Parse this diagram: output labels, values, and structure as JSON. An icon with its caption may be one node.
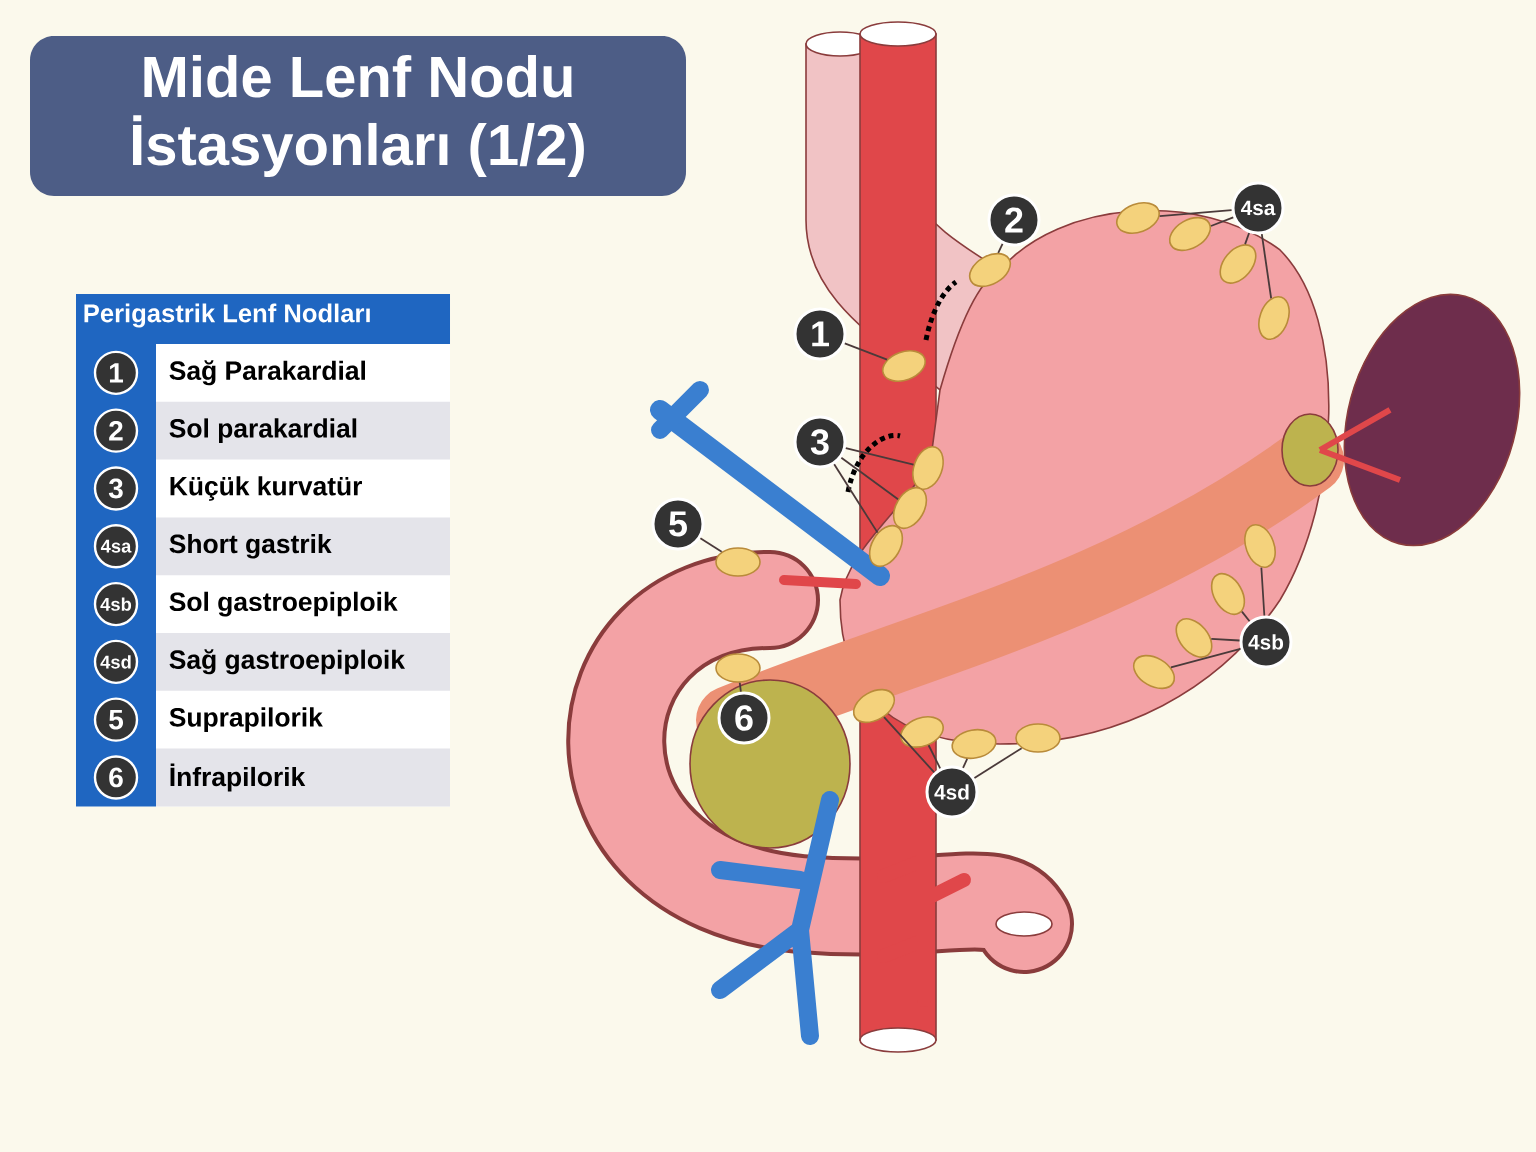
{
  "diagram": {
    "nodes": [
      {
        "text": [
          "Mide Lenf Nodu İstasyonları (1/2)"
        ]
      },
      {
        "text": [
          "Perigastrik Lenf Nodları"
        ]
      },
      {
        "text": [
          "1"
        ],
        "in": 1,
        "beside": [
          "Sağ Parakardial"
        ]
      },
      {
        "text": [
          "2"
        ],
        "in": 1,
        "beside": [
          "Sol parakardial"
        ]
      },
      {
        "text": [
          "3"
        ],
        "in": 1,
        "beside": [
          "Küçük kurvatür"
        ]
      },
      {
        "text": [
          "4sa"
        ],
        "in": 1,
        "beside": [
          "Short gastrik"
        ]
      },
      {
        "text": [
          "4sb"
        ],
        "in": 1,
        "beside": [
          "Sol gastroepiploik"
        ]
      },
      {
        "text": [
          "4sd"
        ],
        "in": 1,
        "beside": [
          "Sağ gastroepiploik"
        ]
      },
      {
        "text": [
          "5"
        ],
        "in": 1,
        "beside": [
          "Suprapilorik"
        ]
      },
      {
        "text": [
          "6"
        ],
        "in": 1,
        "beside": [
          "İnfrapilorik"
        ]
      },
      {
        "text": [
          "4sa"
        ]
      },
      {
        "text": [
          "2"
        ]
      },
      {
        "text": [
          "1"
        ]
      },
      {
        "text": [
          "3"
        ]
      },
      {
        "text": [
          "5"
        ]
      },
      {
        "text": [
          "4sb"
        ]
      },
      {
        "text": [
          "6"
        ]
      },
      {
        "text": [
          "4sd"
        ]
      },
      {
        "text": [],
        "shape": "ellipse"
      },
      {
        "text": [],
        "shape": "ellipse"
      },
      {
        "text": [],
        "shape": "ellipse"
      },
      {
        "text": [],
        "shape": "ellipse"
      },
      {
        "text": [],
        "shape": "ellipse"
      },
      {
        "text": [],
        "shape": "ellipse"
      },
      {
        "text": [],
        "shape": "ellipse"
      },
      {
        "text": [],
        "shape": "ellipse"
      },
      {
        "text": [],
        "shape": "ellipse"
      },
      {
        "text": [],
        "shape": "ellipse"
      },
      {
        "text": [],
        "shape": "ellipse"
      },
      {
        "text": [],
        "shape": "ellipse"
      },
      {
        "text": [],
        "shape": "ellipse"
      },
      {
        "text": [],
        "shape": "ellipse"
      },
      {
        "text": [],
        "shape": "ellipse"
      },
      {
        "text": [],
        "shape": "ellipse"
      },
      {
        "text": [],
        "shape": "ellipse"
      },
      {
        "text": [],
        "shape": "ellipse"
      },
      {
        "text": [],
        "shape": "ellipse"
      }
    ],
    "edges": [
      {
        "from": 10,
        "to": 18,
        "arrow": "none"
      },
      {
        "from": 10,
        "to": 19,
        "arrow": "none"
      },
      {
        "from": 10,
        "to": 20,
        "arrow": "none"
      },
      {
        "from": 10,
        "to": 22,
        "arrow": "none"
      },
      {
        "from": 11,
        "to": 21,
        "arrow": "none"
      },
      {
        "from": 12,
        "to": 23,
        "arrow": "none"
      },
      {
        "from": 13,
        "to": 24,
        "arrow": "none"
      },
      {
        "from": 13,
        "to": 25,
        "arrow": "none"
      },
      {
        "from": 13,
        "to": 27,
        "arrow": "none"
      },
      {
        "from": 14,
        "to": 28,
        "arrow": "none"
      },
      {
        "from": 15,
        "to": 26,
        "arrow": "none"
      },
      {
        "from": 15,
        "to": 29,
        "arrow": "none"
      },
      {
        "from": 15,
        "to": 30,
        "arrow": "none"
      },
      {
        "from": 15,
        "to": 32,
        "arrow": "none"
      },
      {
        "from": 16,
        "to": 31,
        "arrow": "none"
      },
      {
        "from": 17,
        "to": 33,
        "arrow": "none"
      },
      {
        "from": 17,
        "to": 34,
        "arrow": "none"
      },
      {
        "from": 17,
        "to": 35,
        "arrow": "none"
      },
      {
        "from": 17,
        "to": 36,
        "arrow": "none"
      }
    ]
  }
}
